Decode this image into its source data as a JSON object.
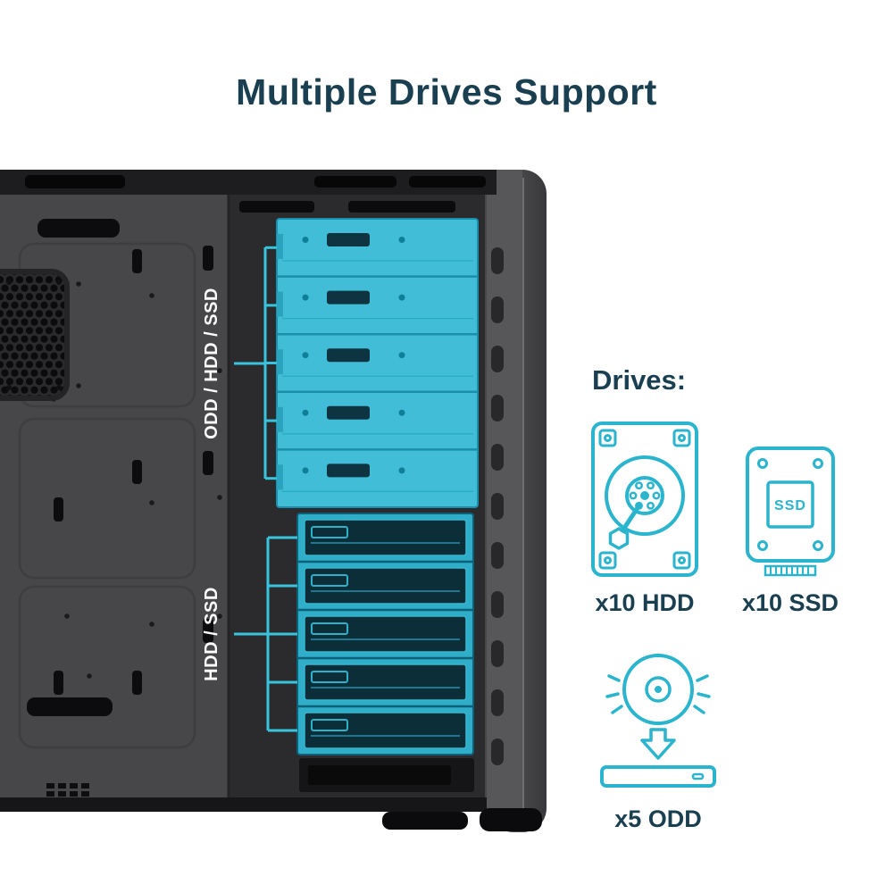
{
  "title": "Multiple Drives Support",
  "case": {
    "top_bay_label": "ODD / HDD / SSD",
    "bottom_bay_label": "HDD / SSD",
    "top_bay_count": 5,
    "bottom_bay_count": 5
  },
  "drives_panel": {
    "heading": "Drives:",
    "hdd": {
      "label": "x10 HDD"
    },
    "ssd": {
      "label": "x10 SSD",
      "badge": "SSD"
    },
    "odd": {
      "label": "x5 ODD"
    }
  },
  "colors": {
    "accent_cyan": "#2ab4ce",
    "bay_highlight": "#41bdd7",
    "text_dark": "#193f51",
    "case_body": "#39393c",
    "case_tray": "#47474a"
  }
}
